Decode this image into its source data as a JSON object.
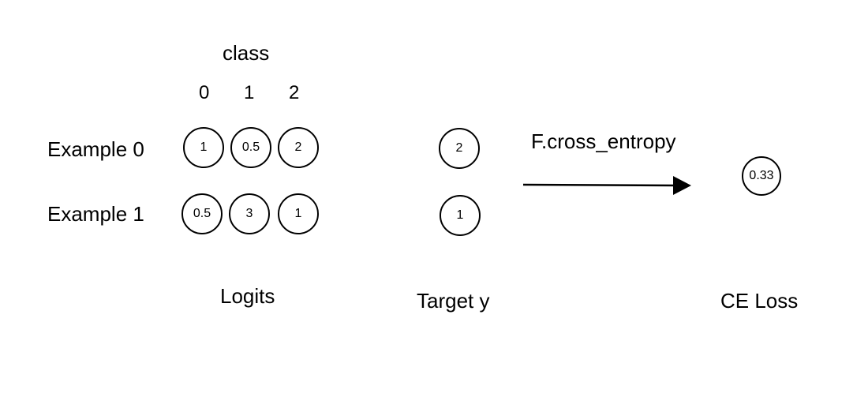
{
  "class_header": "class",
  "class_indices": [
    "0",
    "1",
    "2"
  ],
  "rows": [
    {
      "label": "Example 0",
      "logits": [
        "1",
        "0.5",
        "2"
      ],
      "target": "2"
    },
    {
      "label": "Example 1",
      "logits": [
        "0.5",
        "3",
        "1"
      ],
      "target": "1"
    }
  ],
  "arrow_label": "F.cross_entropy",
  "loss_value": "0.33",
  "captions": {
    "logits": "Logits",
    "target": "Target y",
    "loss": "CE Loss"
  }
}
